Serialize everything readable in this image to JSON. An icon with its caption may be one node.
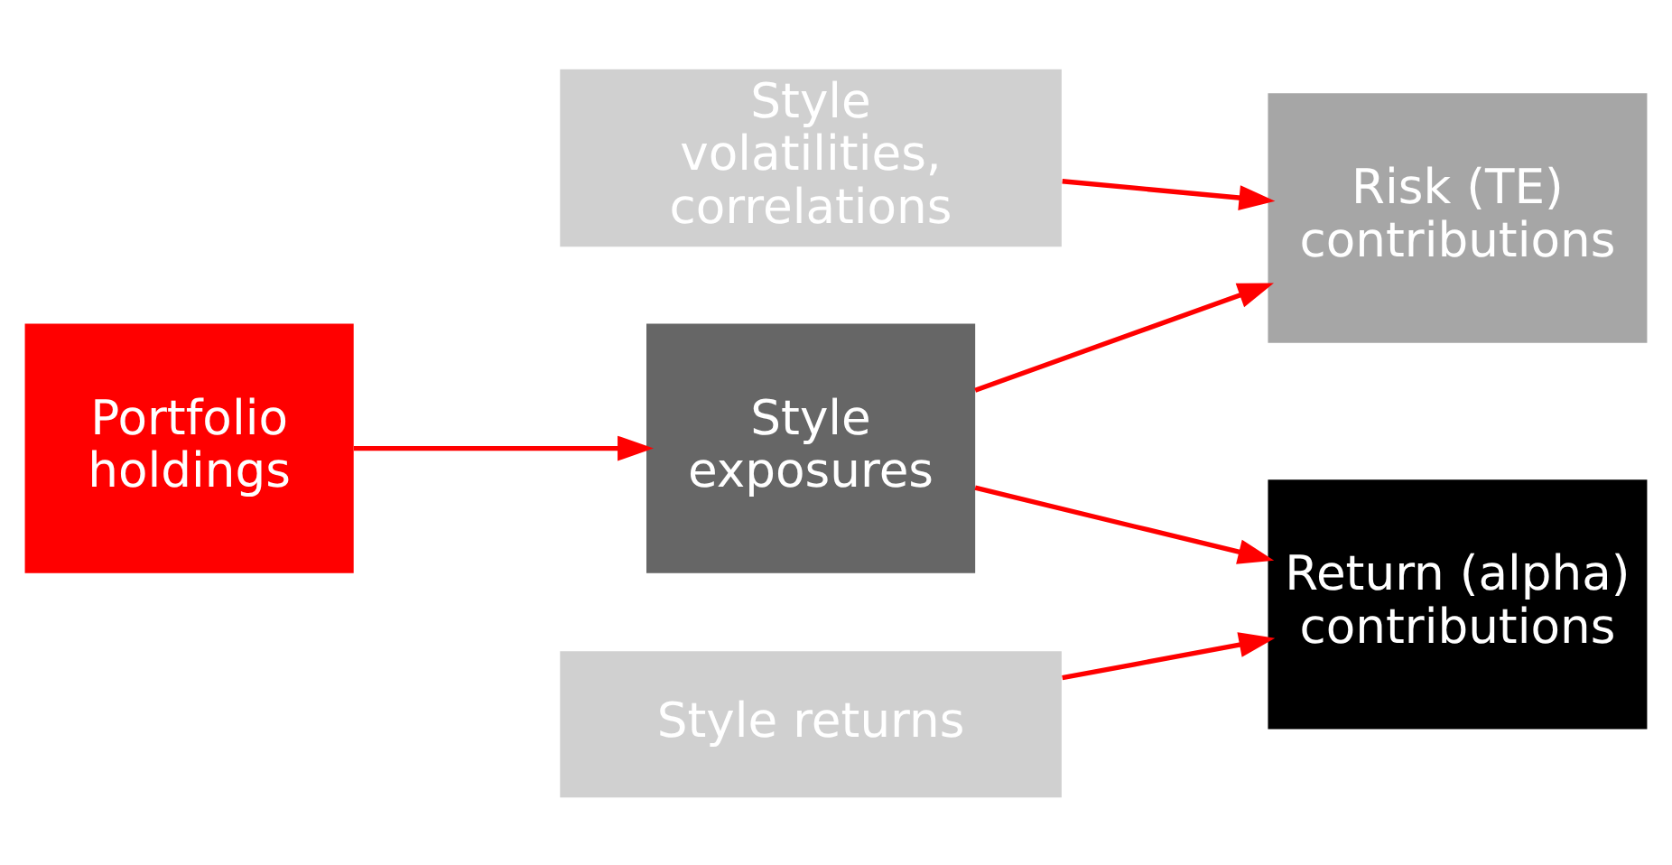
{
  "diagram": {
    "nodes": [
      {
        "text": [
          "Portfolio holdings"
        ]
      },
      {
        "text": [
          "Style volatilities, correlations"
        ]
      },
      {
        "text": [
          "Style exposures"
        ]
      },
      {
        "text": [
          "Style returns"
        ]
      },
      {
        "text": [
          "Risk (TE) contributions"
        ]
      },
      {
        "text": [
          "Return (alpha) contributions"
        ]
      }
    ],
    "edges": [
      {
        "from": 0,
        "to": 2,
        "arrow": "to"
      },
      {
        "from": 1,
        "to": 4,
        "arrow": "to"
      },
      {
        "from": 2,
        "to": 4,
        "arrow": "to"
      },
      {
        "from": 2,
        "to": 5,
        "arrow": "to"
      },
      {
        "from": 3,
        "to": 5,
        "arrow": "to"
      }
    ]
  }
}
